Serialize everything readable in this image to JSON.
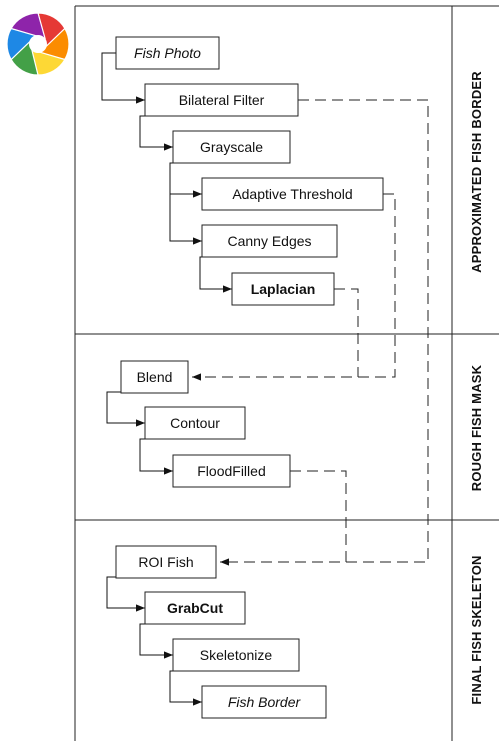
{
  "sections": [
    {
      "id": "approx",
      "label": "APPROXIMATED FISH BORDER"
    },
    {
      "id": "mask",
      "label": "ROUGH FISH MASK"
    },
    {
      "id": "skeleton",
      "label": "FINAL FISH SKELETON"
    }
  ],
  "nodes": {
    "fish_photo": {
      "label": "Fish Photo",
      "style": "italic"
    },
    "bilateral": {
      "label": "Bilateral Filter",
      "style": "normal"
    },
    "grayscale": {
      "label": "Grayscale",
      "style": "normal"
    },
    "adaptive": {
      "label": "Adaptive Threshold",
      "style": "normal"
    },
    "canny": {
      "label": "Canny Edges",
      "style": "normal"
    },
    "laplacian": {
      "label": "Laplacian",
      "style": "bold"
    },
    "blend": {
      "label": "Blend",
      "style": "normal"
    },
    "contour": {
      "label": "Contour",
      "style": "normal"
    },
    "floodfilled": {
      "label": "FloodFilled",
      "style": "normal"
    },
    "roi_fish": {
      "label": "ROI Fish",
      "style": "normal"
    },
    "grabcut": {
      "label": "GrabCut",
      "style": "bold"
    },
    "skeletonize": {
      "label": "Skeletonize",
      "style": "normal"
    },
    "fish_border": {
      "label": "Fish Border",
      "style": "italic"
    }
  },
  "edges": [
    {
      "from": "fish_photo",
      "to": "bilateral",
      "kind": "solid"
    },
    {
      "from": "bilateral",
      "to": "grayscale",
      "kind": "solid"
    },
    {
      "from": "grayscale",
      "to": "adaptive",
      "kind": "solid"
    },
    {
      "from": "grayscale",
      "to": "canny",
      "kind": "solid"
    },
    {
      "from": "canny",
      "to": "laplacian",
      "kind": "solid"
    },
    {
      "from": "adaptive",
      "to": "blend",
      "kind": "dashed"
    },
    {
      "from": "laplacian",
      "to": "blend",
      "kind": "dashed"
    },
    {
      "from": "blend",
      "to": "contour",
      "kind": "solid"
    },
    {
      "from": "contour",
      "to": "floodfilled",
      "kind": "solid"
    },
    {
      "from": "bilateral",
      "to": "roi_fish",
      "kind": "dashed"
    },
    {
      "from": "floodfilled",
      "to": "roi_fish",
      "kind": "dashed"
    },
    {
      "from": "roi_fish",
      "to": "grabcut",
      "kind": "solid"
    },
    {
      "from": "grabcut",
      "to": "skeletonize",
      "kind": "solid"
    },
    {
      "from": "skeletonize",
      "to": "fish_border",
      "kind": "solid"
    }
  ],
  "logo": {
    "icon": "aperture-logo-icon",
    "colors": [
      "#e53935",
      "#fb8c00",
      "#fdd835",
      "#43a047",
      "#1e88e5",
      "#8e24aa"
    ]
  }
}
